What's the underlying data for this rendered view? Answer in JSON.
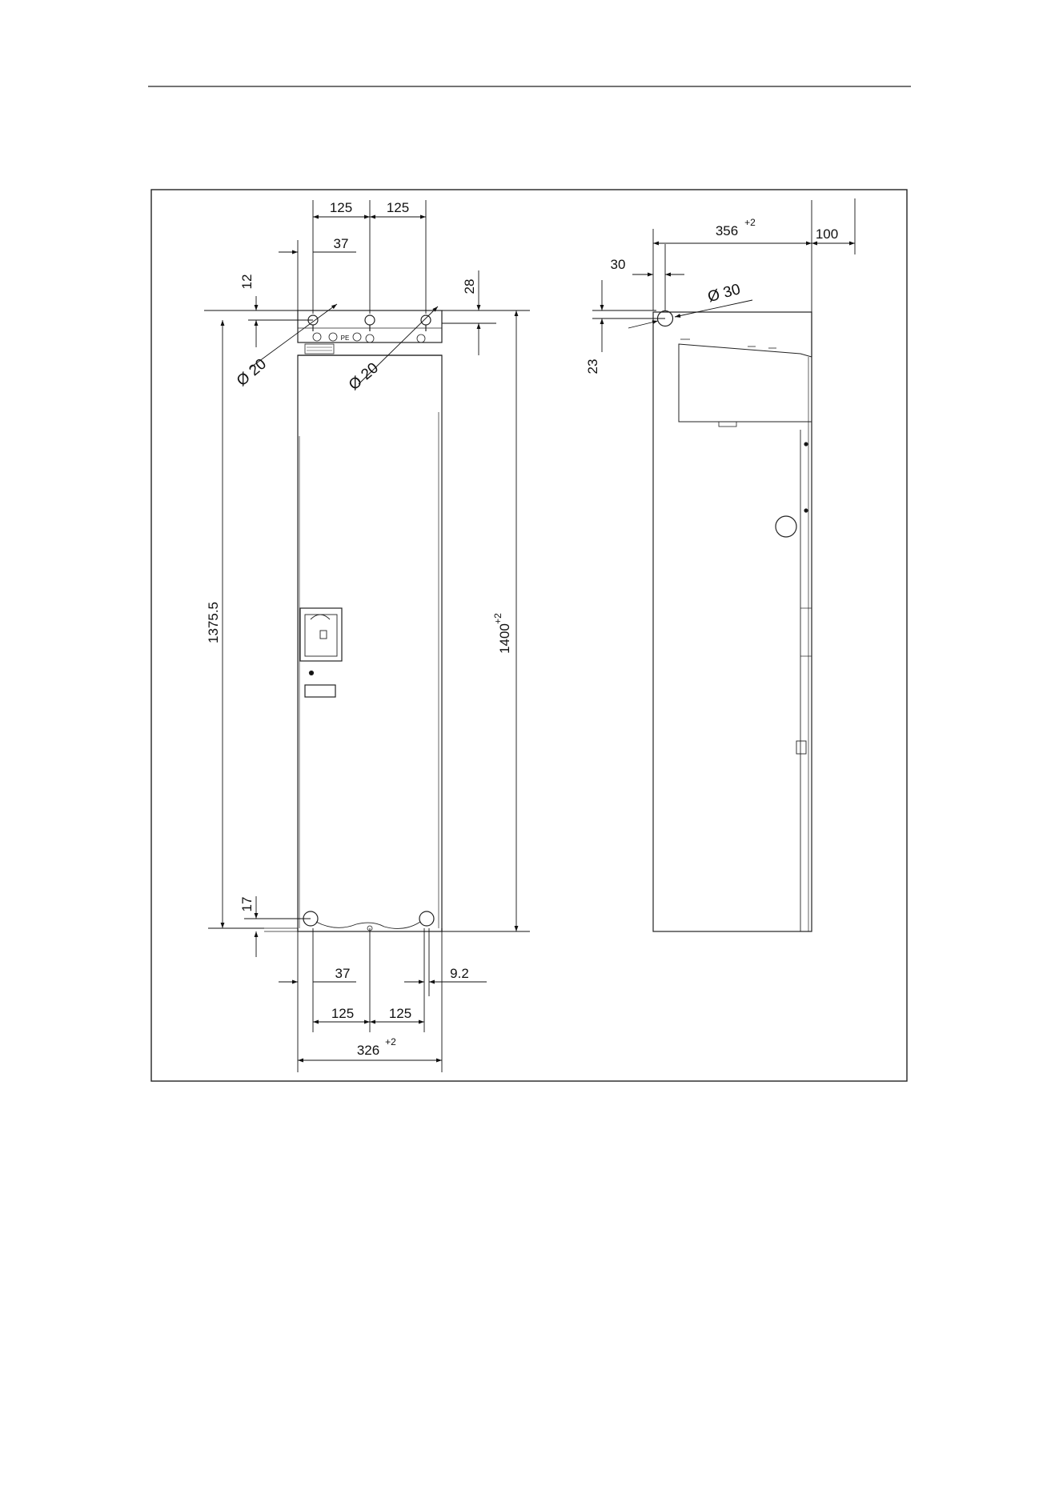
{
  "drawing": {
    "front_view": {
      "top_hole_pitch_left": "125",
      "top_hole_pitch_right": "125",
      "top_hole_edge_offset": "37",
      "top_vertical_offset_left": "12",
      "top_vertical_offset_right": "28",
      "hole_diameter_left": "Ø 20",
      "hole_diameter_right": "Ø 20",
      "height_inner": "1375.5",
      "height_total": "1400",
      "height_total_tolerance": "+2",
      "bottom_vertical_offset": "17",
      "bottom_hole_edge_offset": "37",
      "bottom_edge_offset_right": "9.2",
      "bottom_hole_pitch_left": "125",
      "bottom_hole_pitch_right": "125",
      "width_total": "326",
      "width_tolerance": "+2",
      "terminal_label": "PE"
    },
    "side_view": {
      "depth": "356",
      "depth_tolerance": "+2",
      "clearance": "100",
      "hole_offset_horizontal": "30",
      "hole_offset_vertical": "23",
      "hole_diameter": "Ø 30"
    }
  }
}
